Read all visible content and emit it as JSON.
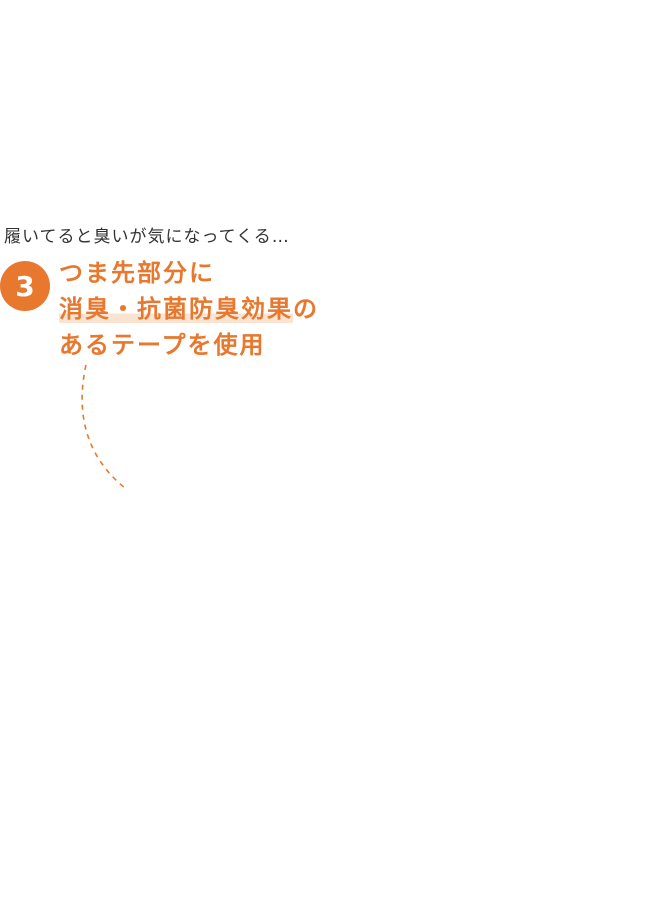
{
  "subtitle": "履いてると臭いが気になってくる…",
  "badge": {
    "number": "3"
  },
  "headline": {
    "line1": "つま先部分に",
    "line2_highlight": "消臭・抗菌防臭効果",
    "line2_tail": "の",
    "line3": "あるテープを使用"
  },
  "colors": {
    "accent": "#e8782e",
    "highlight": "#fbe3d2",
    "text": "#333333"
  }
}
